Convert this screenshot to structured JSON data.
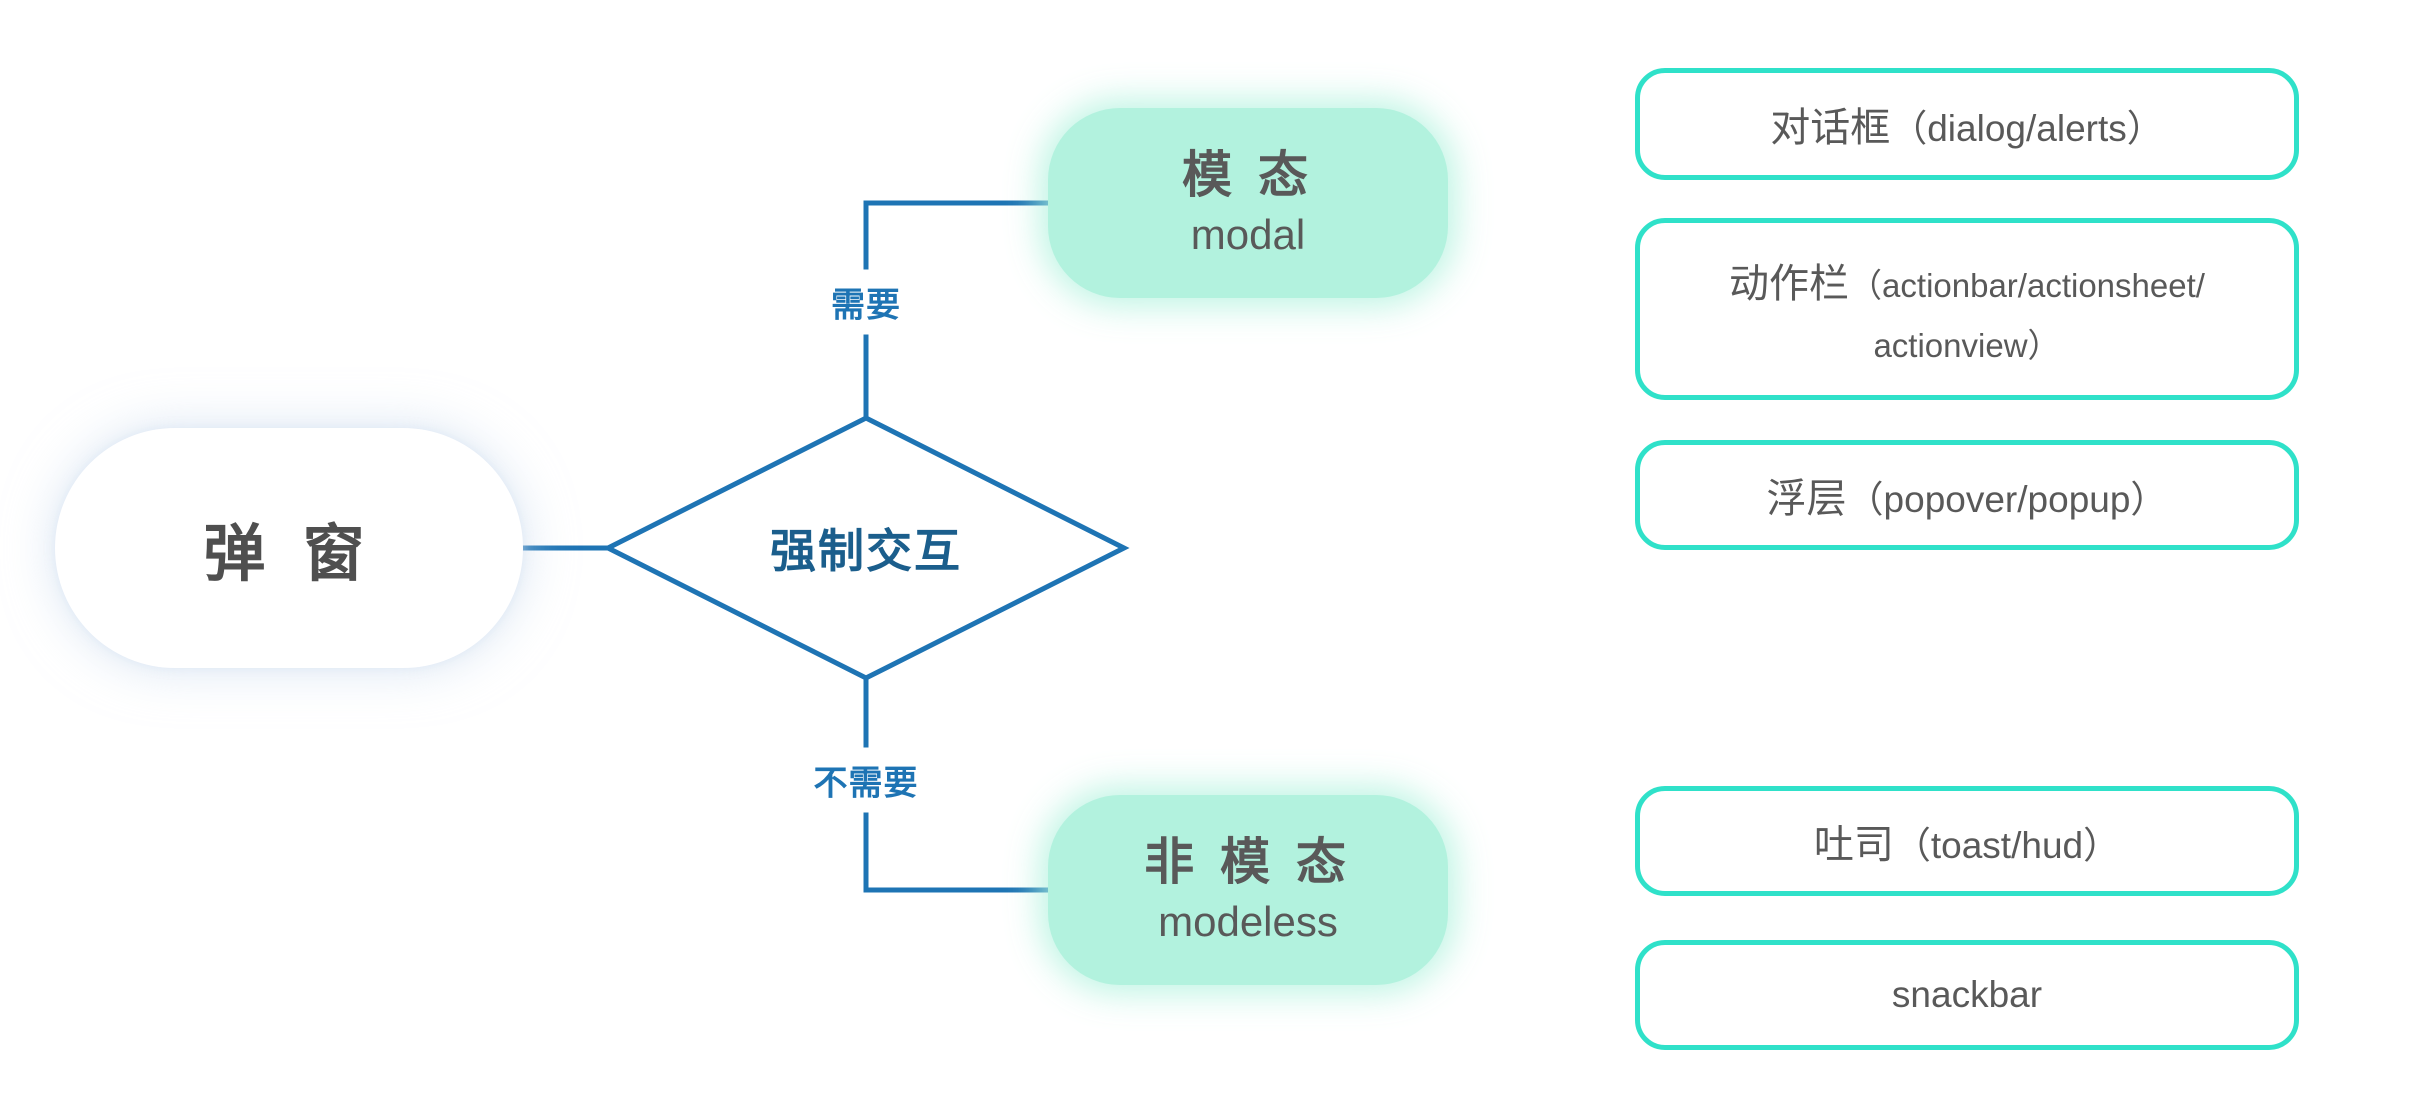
{
  "palette": {
    "wire_blue": "#1E74B4",
    "decision_text_blue": "#1B5E8C",
    "mint_fill": "#B2F2DE",
    "teal_border": "#2FE1C9",
    "gray_text": "#595959"
  },
  "flow": {
    "root_label": "弹 窗",
    "decision_label": "强制交互",
    "branch_yes_label": "需要",
    "branch_no_label": "不需要",
    "modal_node": {
      "title": "模 态",
      "subtitle": "modal"
    },
    "modeless_node": {
      "title": "非 模 态",
      "subtitle": "modeless"
    }
  },
  "outcome_boxes": [
    {
      "zh": "对话框",
      "en": "（dialog/alerts）",
      "en2": ""
    },
    {
      "zh": "动作栏",
      "en": "（actionbar/actionsheet/",
      "en2": "actionview）"
    },
    {
      "zh": "浮层",
      "en": "（popover/popup）",
      "en2": ""
    },
    {
      "zh": "吐司",
      "en": "（toast/hud）",
      "en2": ""
    },
    {
      "zh": "",
      "en": "snackbar",
      "en2": ""
    }
  ]
}
